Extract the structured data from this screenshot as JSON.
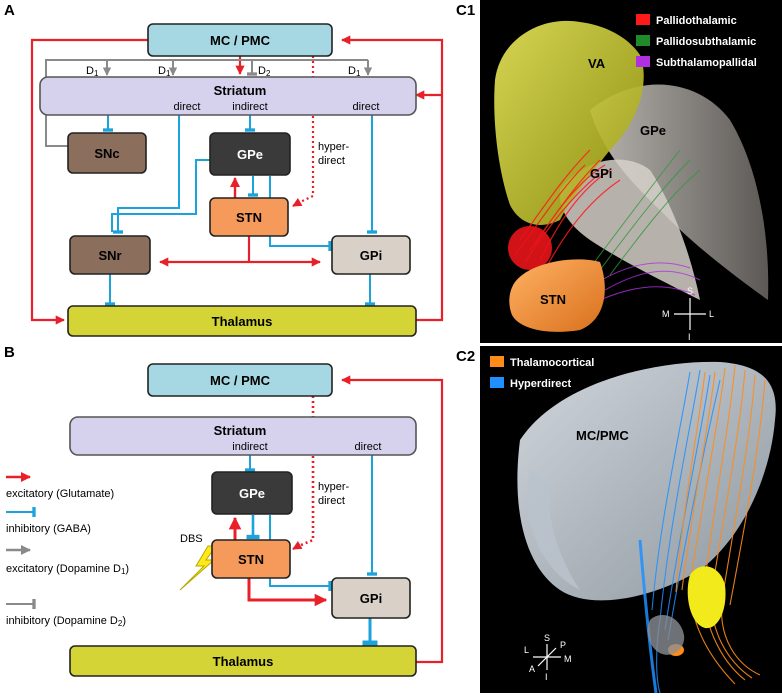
{
  "panels": {
    "A": "A",
    "B": "B",
    "C1": "C1",
    "C2": "C2"
  },
  "boxes": {
    "mc_pmc": "MC / PMC",
    "striatum": "Striatum",
    "snc": "SNc",
    "gpe": "GPe",
    "stn": "STN",
    "snr": "SNr",
    "gpi": "GPi",
    "thalamus": "Thalamus"
  },
  "labels": {
    "direct": "direct",
    "indirect": "indirect",
    "hyper": "hyper-",
    "direct2": "direct",
    "d1": "D",
    "d2": "D",
    "sub1": "1",
    "sub2": "2",
    "dbs": "DBS"
  },
  "legend": {
    "excitatory_glu": "excitatory (Glutamate)",
    "inhibitory_gaba": "inhibitory (GABA)",
    "excitatory_d1": "excitatory (Dopamine D",
    "d1_sub": "1",
    "d1_close": ")",
    "inhibitory_d2": "inhibitory (Dopamine D",
    "d2_sub": "2",
    "d2_close": ")"
  },
  "c1": {
    "legend": [
      "Pallidothalamic",
      "Pallidosubthalamic",
      "Subthalamopallidal"
    ],
    "legend_colors": [
      "#ff1a1a",
      "#1f8a2a",
      "#b030e0"
    ],
    "labels": {
      "va": "VA",
      "gpe": "GPe",
      "gpi": "GPi",
      "stn": "STN"
    },
    "compass": {
      "s": "S",
      "i": "I",
      "m": "M",
      "l": "L"
    }
  },
  "c2": {
    "legend": [
      "Thalamocortical",
      "Hyperdirect"
    ],
    "legend_colors": [
      "#ff8c1a",
      "#1e90ff"
    ],
    "labels": {
      "mcpmc": "MC/PMC"
    },
    "compass": {
      "s": "S",
      "i": "I",
      "l": "L",
      "m": "M",
      "a": "A",
      "p": "P"
    }
  },
  "colors": {
    "excitatory": "#e8202a",
    "inhibitory": "#1ca3dc",
    "dopamine": "#8a8a8a",
    "mc": "#a6d8e3",
    "striatum": "#d6d2ee",
    "snc": "#8b6e5c",
    "gpe": "#3a3a3a",
    "stn": "#f59a5a",
    "snr": "#8b6e5c",
    "gpi": "#d9d0c7",
    "thalamus": "#d4d436"
  }
}
